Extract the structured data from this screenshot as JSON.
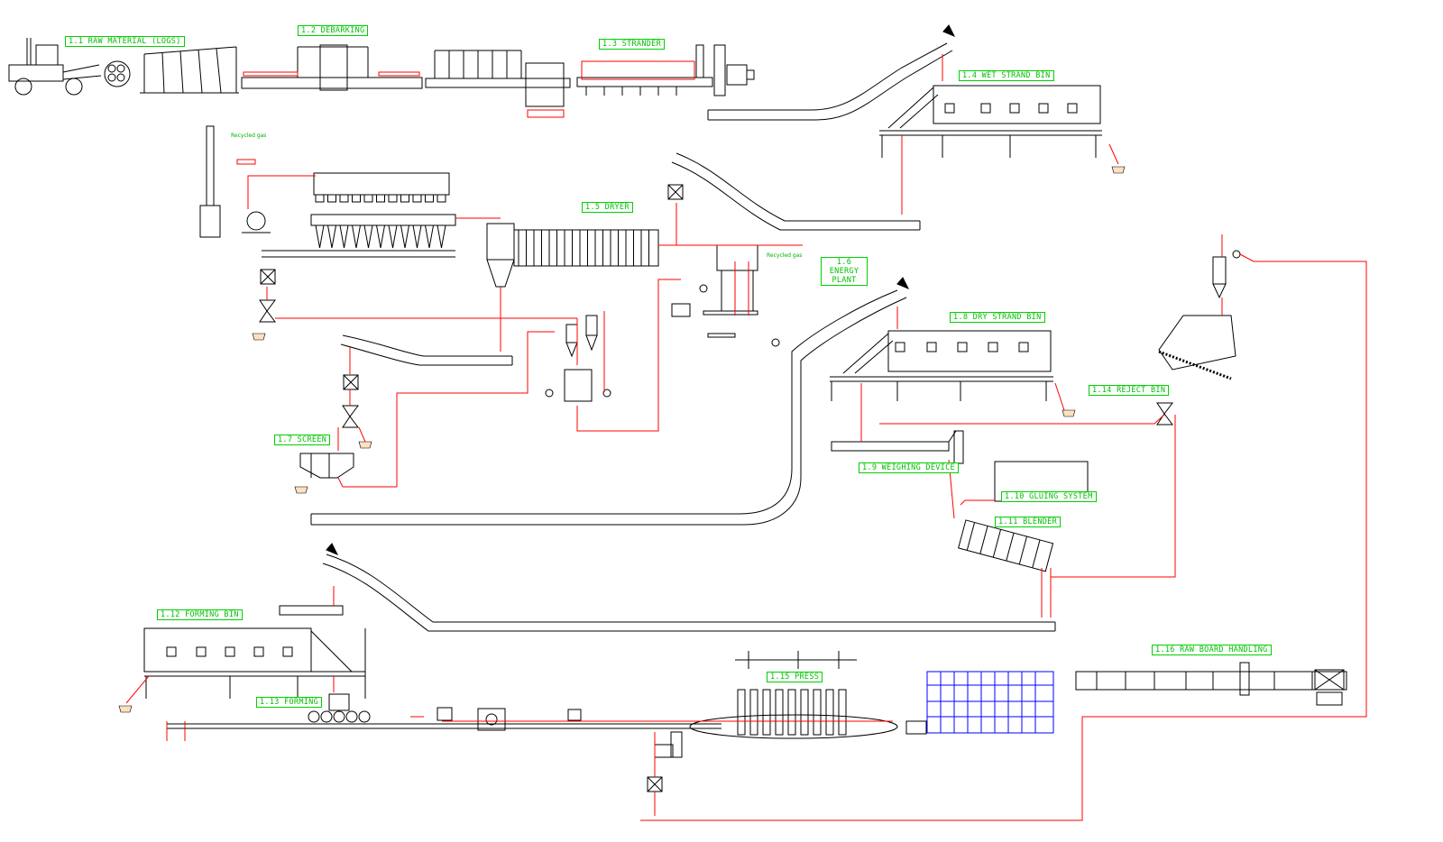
{
  "colors": {
    "equipment": "#000000",
    "flow": "#ff0000",
    "label": "#00c000",
    "storage_grid": "#0000ff",
    "bin_fill": "#ffe0c0"
  },
  "labels": {
    "raw_material": "1.1 RAW MATERIAL (LOGS)",
    "debarking": "1.2 DEBARKING",
    "strander": "1.3 STRANDER",
    "wet_strand_bin": "1.4 WET STRAND BIN",
    "dryer": "1.5 DRYER",
    "energy_plant": "1.6 ENERGY PLANT",
    "screen": "1.7 SCREEN",
    "dry_strand_bin": "1.8 DRY STRAND BIN",
    "weighing_device": "1.9 WEIGHING DEVICE",
    "gluing_system": "1.10 GLUING SYSTEM",
    "blender": "1.11 BLENDER",
    "forming_bin": "1.12 FORMING BIN",
    "forming": "1.13 FORMING",
    "reject_bin": "1.14 REJECT BIN",
    "press": "1.15 PRESS",
    "raw_board_handling": "1.16 RAW BOARD HANDLING"
  },
  "notes": {
    "recycled_gas_left": "Recycled gas",
    "recycled_gas_right": "Recycled gas"
  },
  "icons": [
    "wheel-loader-icon",
    "fan-icon",
    "cyclone-icon",
    "rotary-valve-icon",
    "waste-bin-icon"
  ]
}
